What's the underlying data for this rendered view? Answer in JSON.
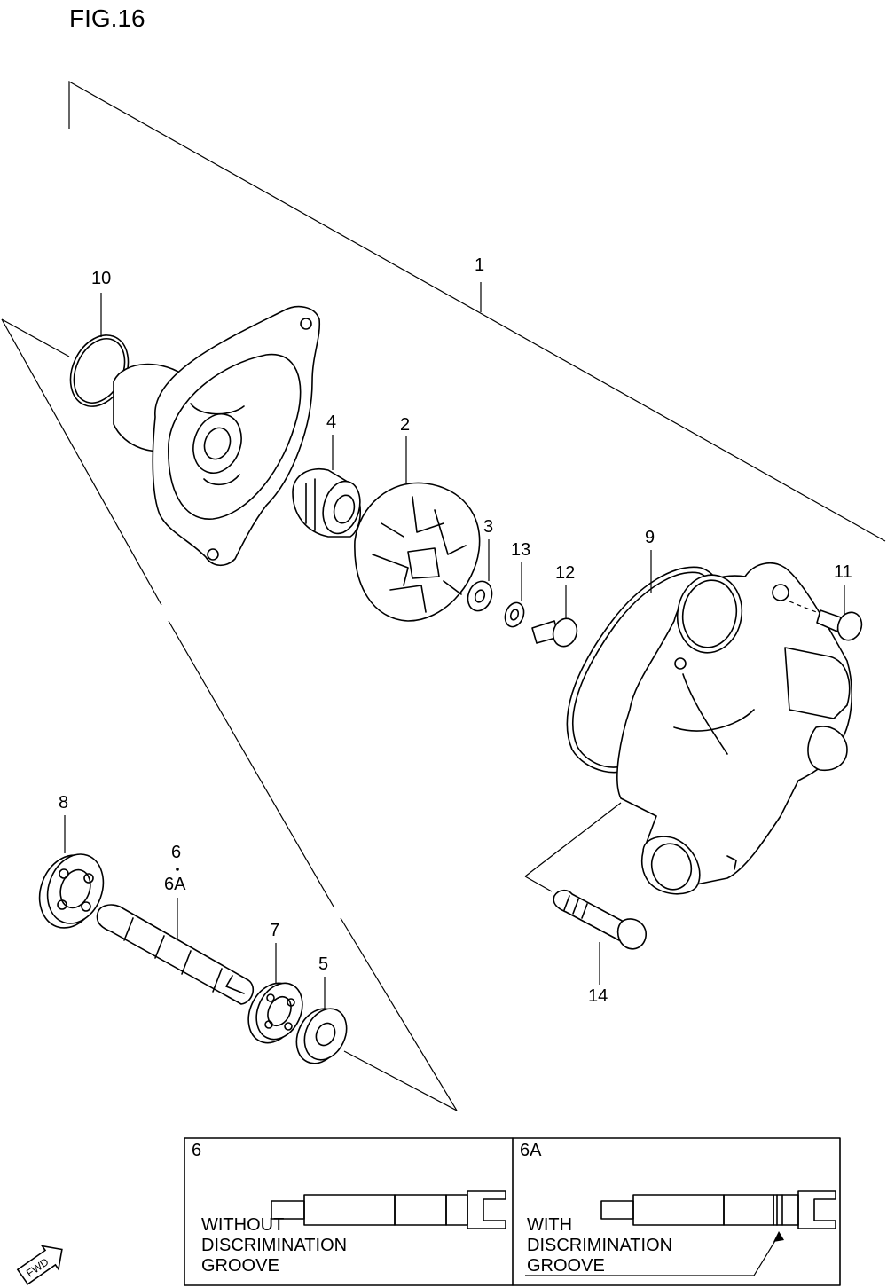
{
  "figure": {
    "title": "FIG.16"
  },
  "callouts": {
    "c1": "1",
    "c2": "2",
    "c3": "3",
    "c4": "4",
    "c5": "5",
    "c6": "6",
    "c6a": "6A",
    "c7": "7",
    "c8": "8",
    "c9": "9",
    "c10": "10",
    "c11": "11",
    "c12": "12",
    "c13": "13",
    "c14": "14"
  },
  "legend": {
    "left": {
      "id": "6",
      "line1": "WITHOUT",
      "line2": "DISCRIMINATION",
      "line3": "GROOVE"
    },
    "right": {
      "id": "6A",
      "line1": "WITH",
      "line2": "DISCRIMINATION",
      "line3": "GROOVE"
    }
  },
  "badge": {
    "fwd": "FWD",
    "icon": "fwd-arrow-icon"
  }
}
